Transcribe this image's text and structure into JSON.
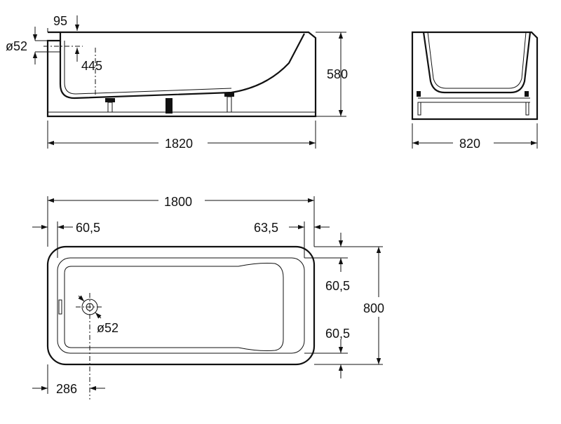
{
  "side_view": {
    "overall_length": "1820",
    "height": "580",
    "rim_offset": "95",
    "outlet_diameter": "ø52",
    "outlet_height": "445"
  },
  "end_view": {
    "overall_width": "820"
  },
  "plan_view": {
    "length": "1800",
    "width": "800",
    "rim_left": "60,5",
    "rim_right": "63,5",
    "rim_top": "60,5",
    "rim_bottom": "60,5",
    "drain_diameter": "ø52",
    "drain_offset": "286"
  }
}
